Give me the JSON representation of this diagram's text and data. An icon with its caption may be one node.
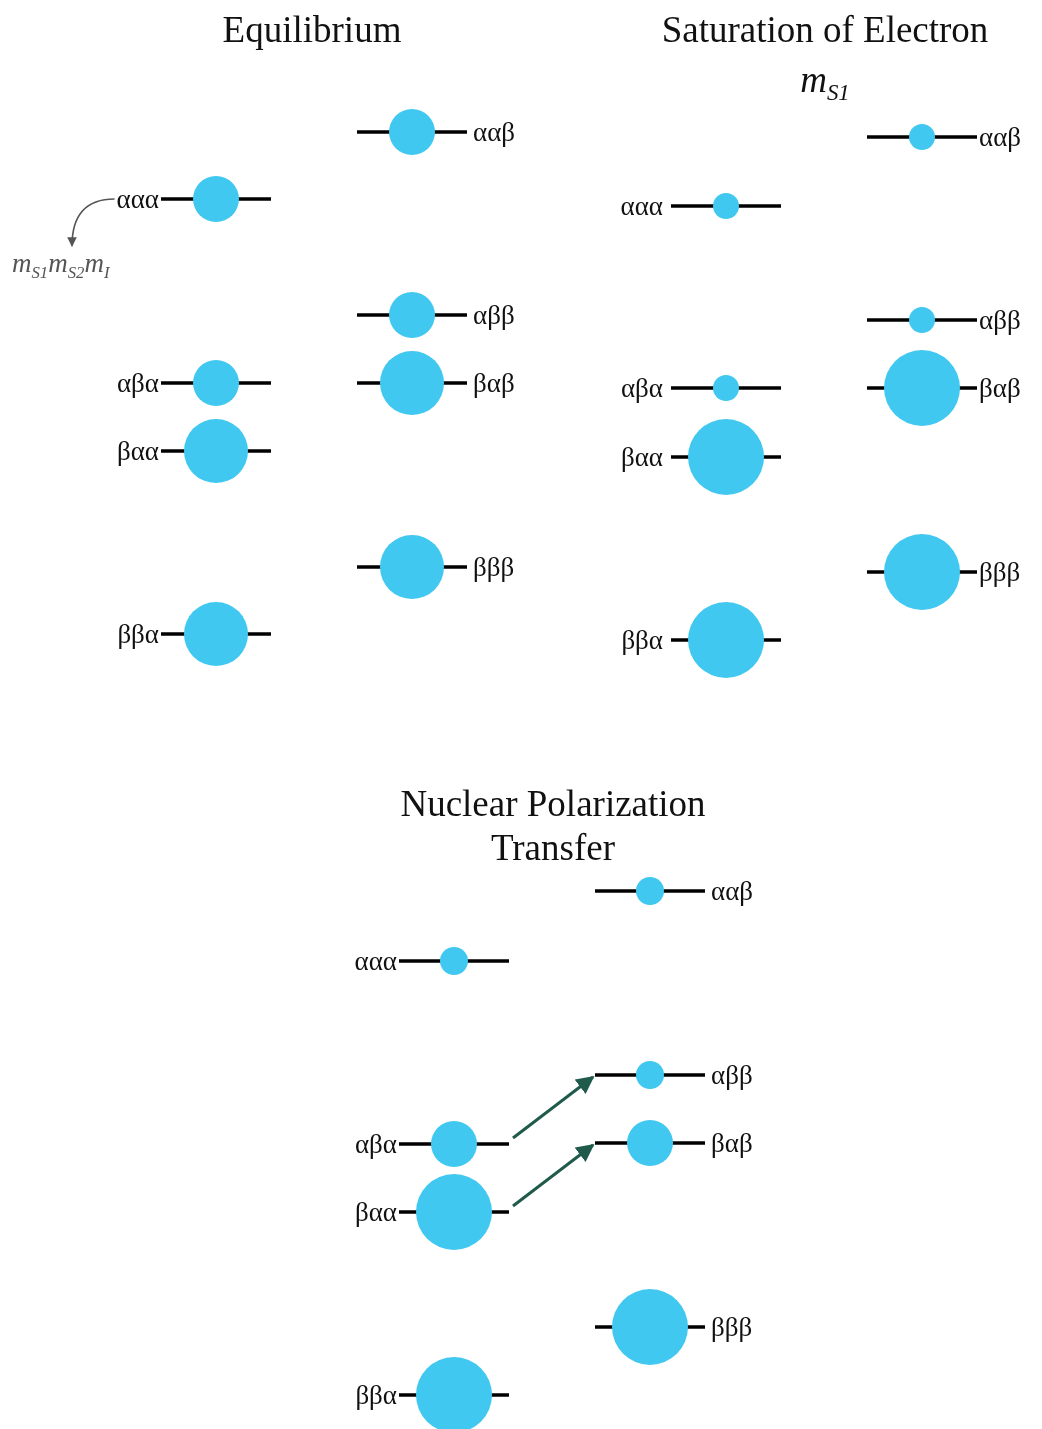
{
  "diagram": {
    "nodes": [
      {
        "text": [
          "ααα"
        ]
      },
      {
        "text": [
          "αβα"
        ]
      },
      {
        "text": [
          "βαα"
        ]
      },
      {
        "text": [
          "ββα"
        ]
      },
      {
        "text": [
          "ααβ"
        ]
      },
      {
        "text": [
          "αββ"
        ]
      },
      {
        "text": [
          "βαβ"
        ]
      },
      {
        "text": [
          "βββ"
        ]
      },
      {
        "text": [
          "m$_{S1}$m$_{S2}$m$_{I}$"
        ]
      },
      {
        "text": [
          "ααα"
        ]
      },
      {
        "text": [
          "αβα"
        ]
      },
      {
        "text": [
          "βαα"
        ]
      },
      {
        "text": [
          "ββα"
        ]
      },
      {
        "text": [
          "ααβ"
        ]
      },
      {
        "text": [
          "αββ"
        ]
      },
      {
        "text": [
          "βαβ"
        ]
      },
      {
        "text": [
          "βββ"
        ]
      },
      {
        "text": [
          "ααα"
        ]
      },
      {
        "text": [
          "αβα"
        ]
      },
      {
        "text": [
          "βαα"
        ]
      },
      {
        "text": [
          "ββα"
        ]
      },
      {
        "text": [
          "ααβ"
        ]
      },
      {
        "text": [
          "αββ"
        ]
      },
      {
        "text": [
          "βαβ"
        ]
      },
      {
        "text": [
          "βββ"
        ]
      }
    ],
    "edges": [
      {
        "from": 0,
        "to": 8,
        "arrow": "to",
        "color": "#555555"
      },
      {
        "from": 18,
        "to": 22,
        "arrow": "to"
      },
      {
        "from": 19,
        "to": 23,
        "arrow": "to"
      }
    ],
    "labels": [
      "Equilibrium",
      "Saturation of Electron",
      "m$_{S1}$",
      "Nuclear Polarization Transfer"
    ]
  }
}
